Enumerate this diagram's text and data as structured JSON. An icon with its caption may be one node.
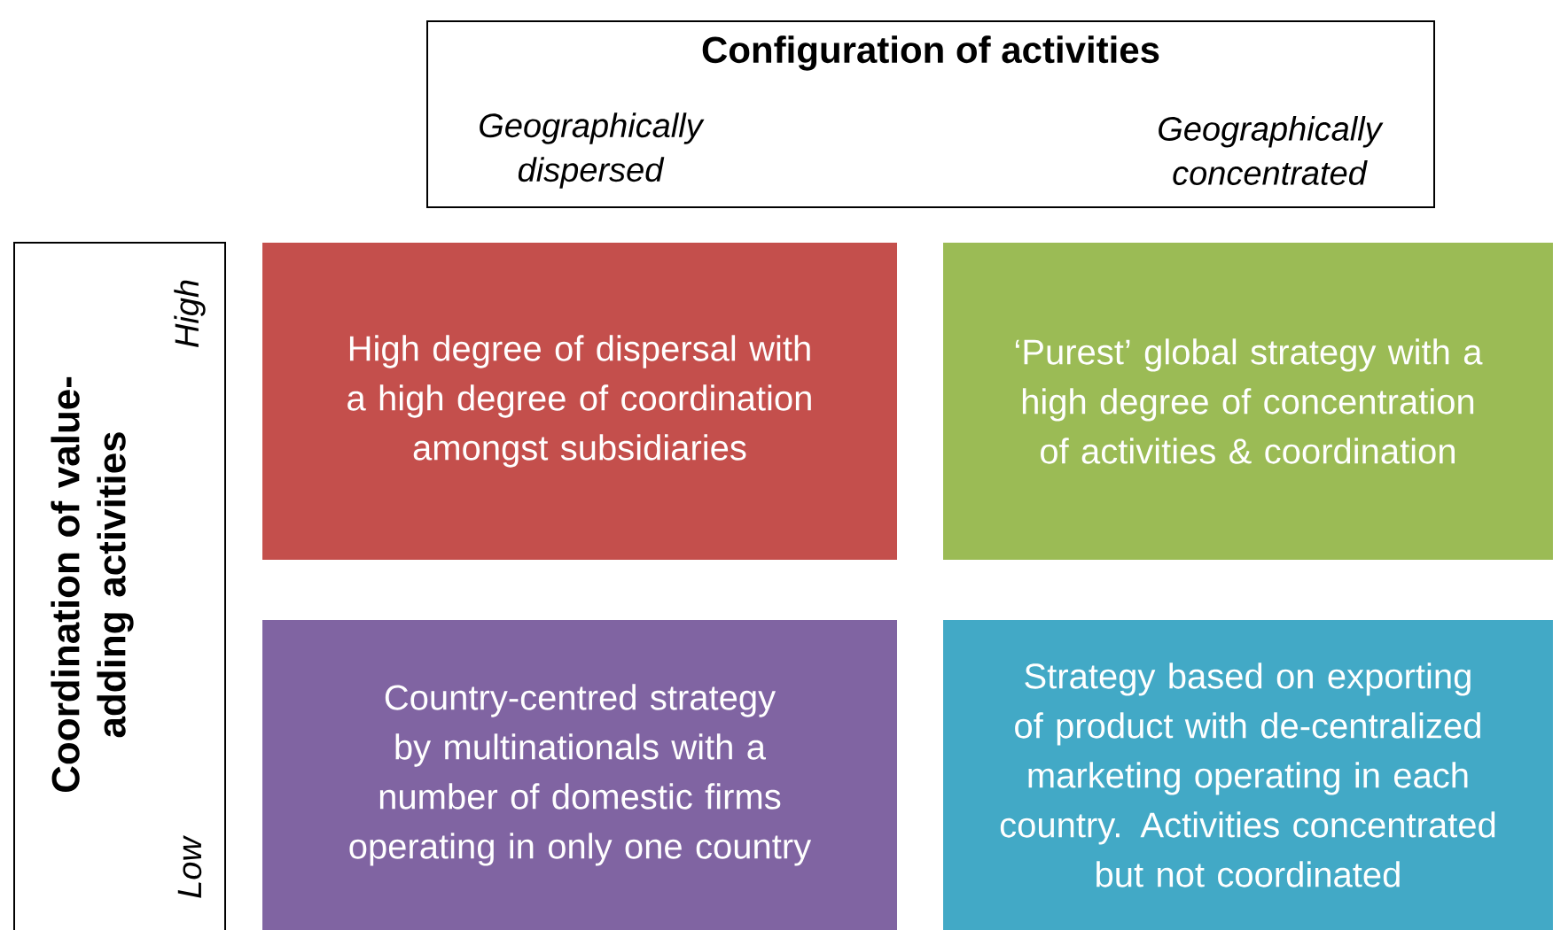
{
  "diagram": {
    "nodes": [
      {
        "text": [
          "Configuration of activities",
          "Geographically dispersed",
          "Geographically concentrated"
        ]
      },
      {
        "text": [
          "Coordination of value-adding activities",
          "High",
          "Low"
        ]
      },
      {
        "text": [
          "High degree of dispersal with a high degree of coordination amongst subsidiaries"
        ]
      },
      {
        "text": [
          "‘Purest’ global strategy with a high degree of concentration of activities & coordination"
        ]
      },
      {
        "text": [
          "Country-centred strategy by multinationals with a number of domestic firms operating in only one country"
        ]
      },
      {
        "text": [
          "Strategy based on exporting of product with de-centralized marketing operating in each country. Activities concentrated but not coordinated"
        ]
      }
    ]
  }
}
